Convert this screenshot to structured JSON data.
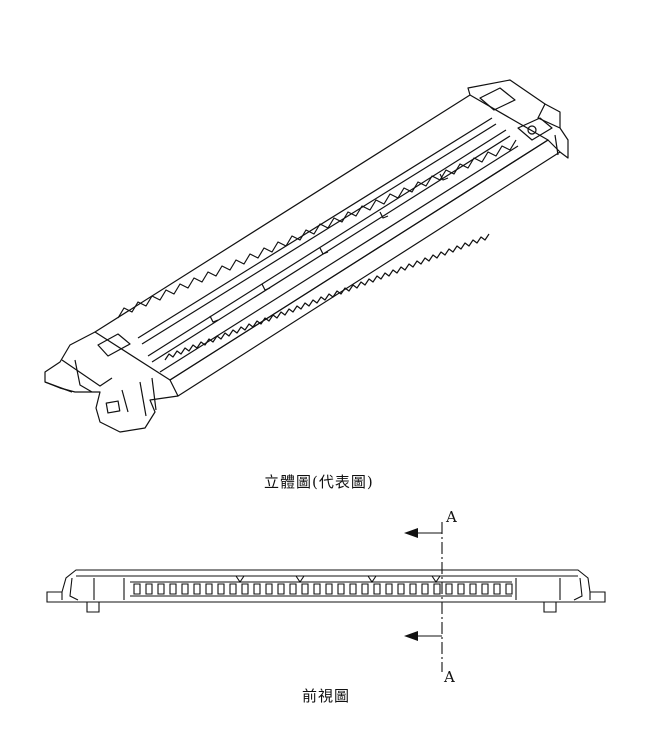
{
  "figures": {
    "perspective": {
      "caption": "立體圖(代表圖)"
    },
    "front": {
      "caption": "前視圖",
      "section_label_top": "A",
      "section_label_bottom": "A"
    }
  },
  "colors": {
    "line": "#111111",
    "background": "#ffffff"
  }
}
